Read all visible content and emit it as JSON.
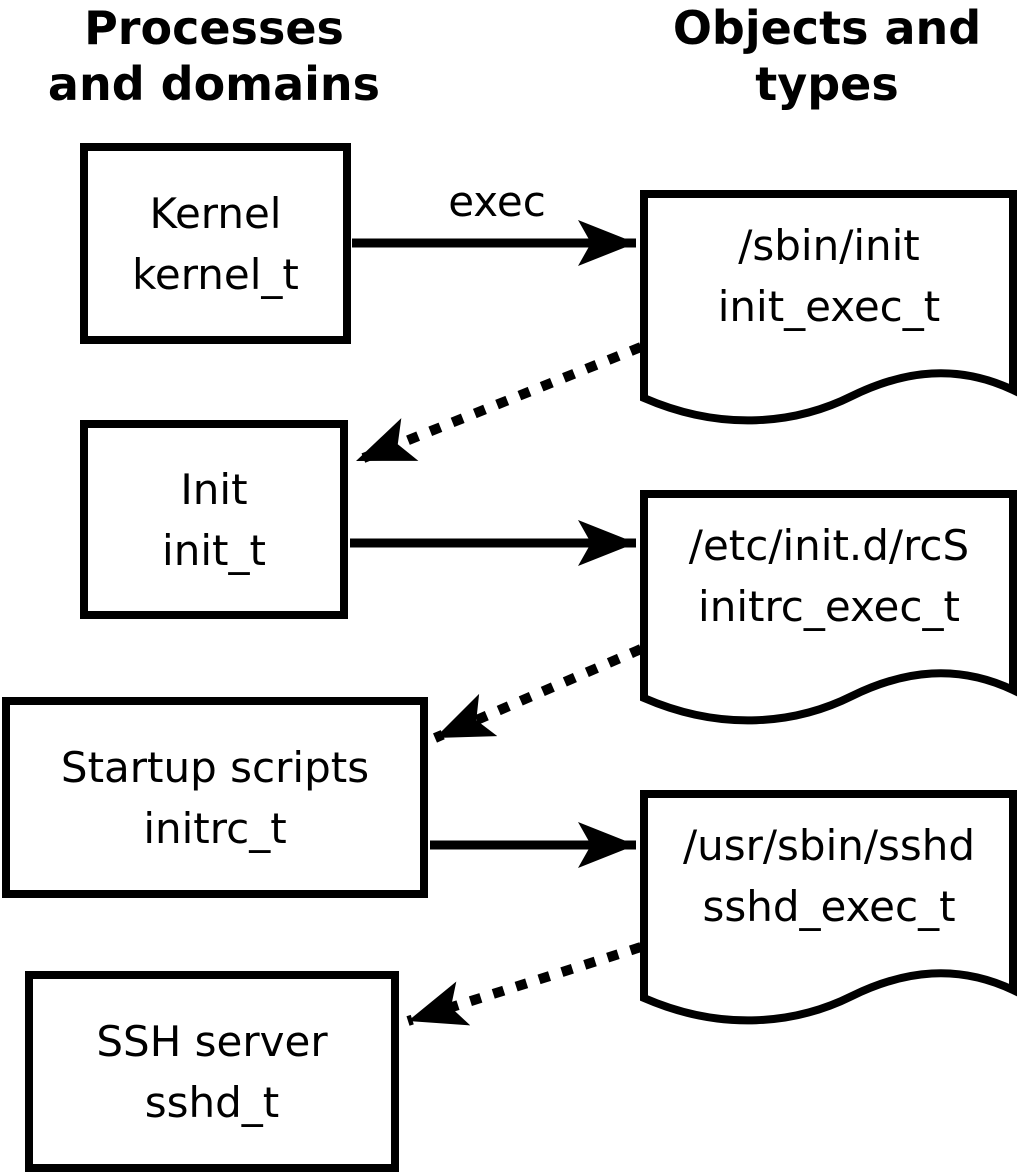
{
  "headers": {
    "left": {
      "line1": "Processes",
      "line2": "and domains"
    },
    "right": {
      "line1": "Objects and",
      "line2": "types"
    }
  },
  "processes": [
    {
      "name": "Kernel",
      "type": "kernel_t"
    },
    {
      "name": "Init",
      "type": "init_t"
    },
    {
      "name": "Startup scripts",
      "type": "initrc_t"
    },
    {
      "name": "SSH server",
      "type": "sshd_t"
    }
  ],
  "objects": [
    {
      "path": "/sbin/init",
      "type": "init_exec_t"
    },
    {
      "path": "/etc/init.d/rcS",
      "type": "initrc_exec_t"
    },
    {
      "path": "/usr/sbin/sshd",
      "type": "sshd_exec_t"
    }
  ],
  "labels": {
    "exec": "exec"
  },
  "colors": {
    "ink": "#000000",
    "paper": "#ffffff"
  }
}
